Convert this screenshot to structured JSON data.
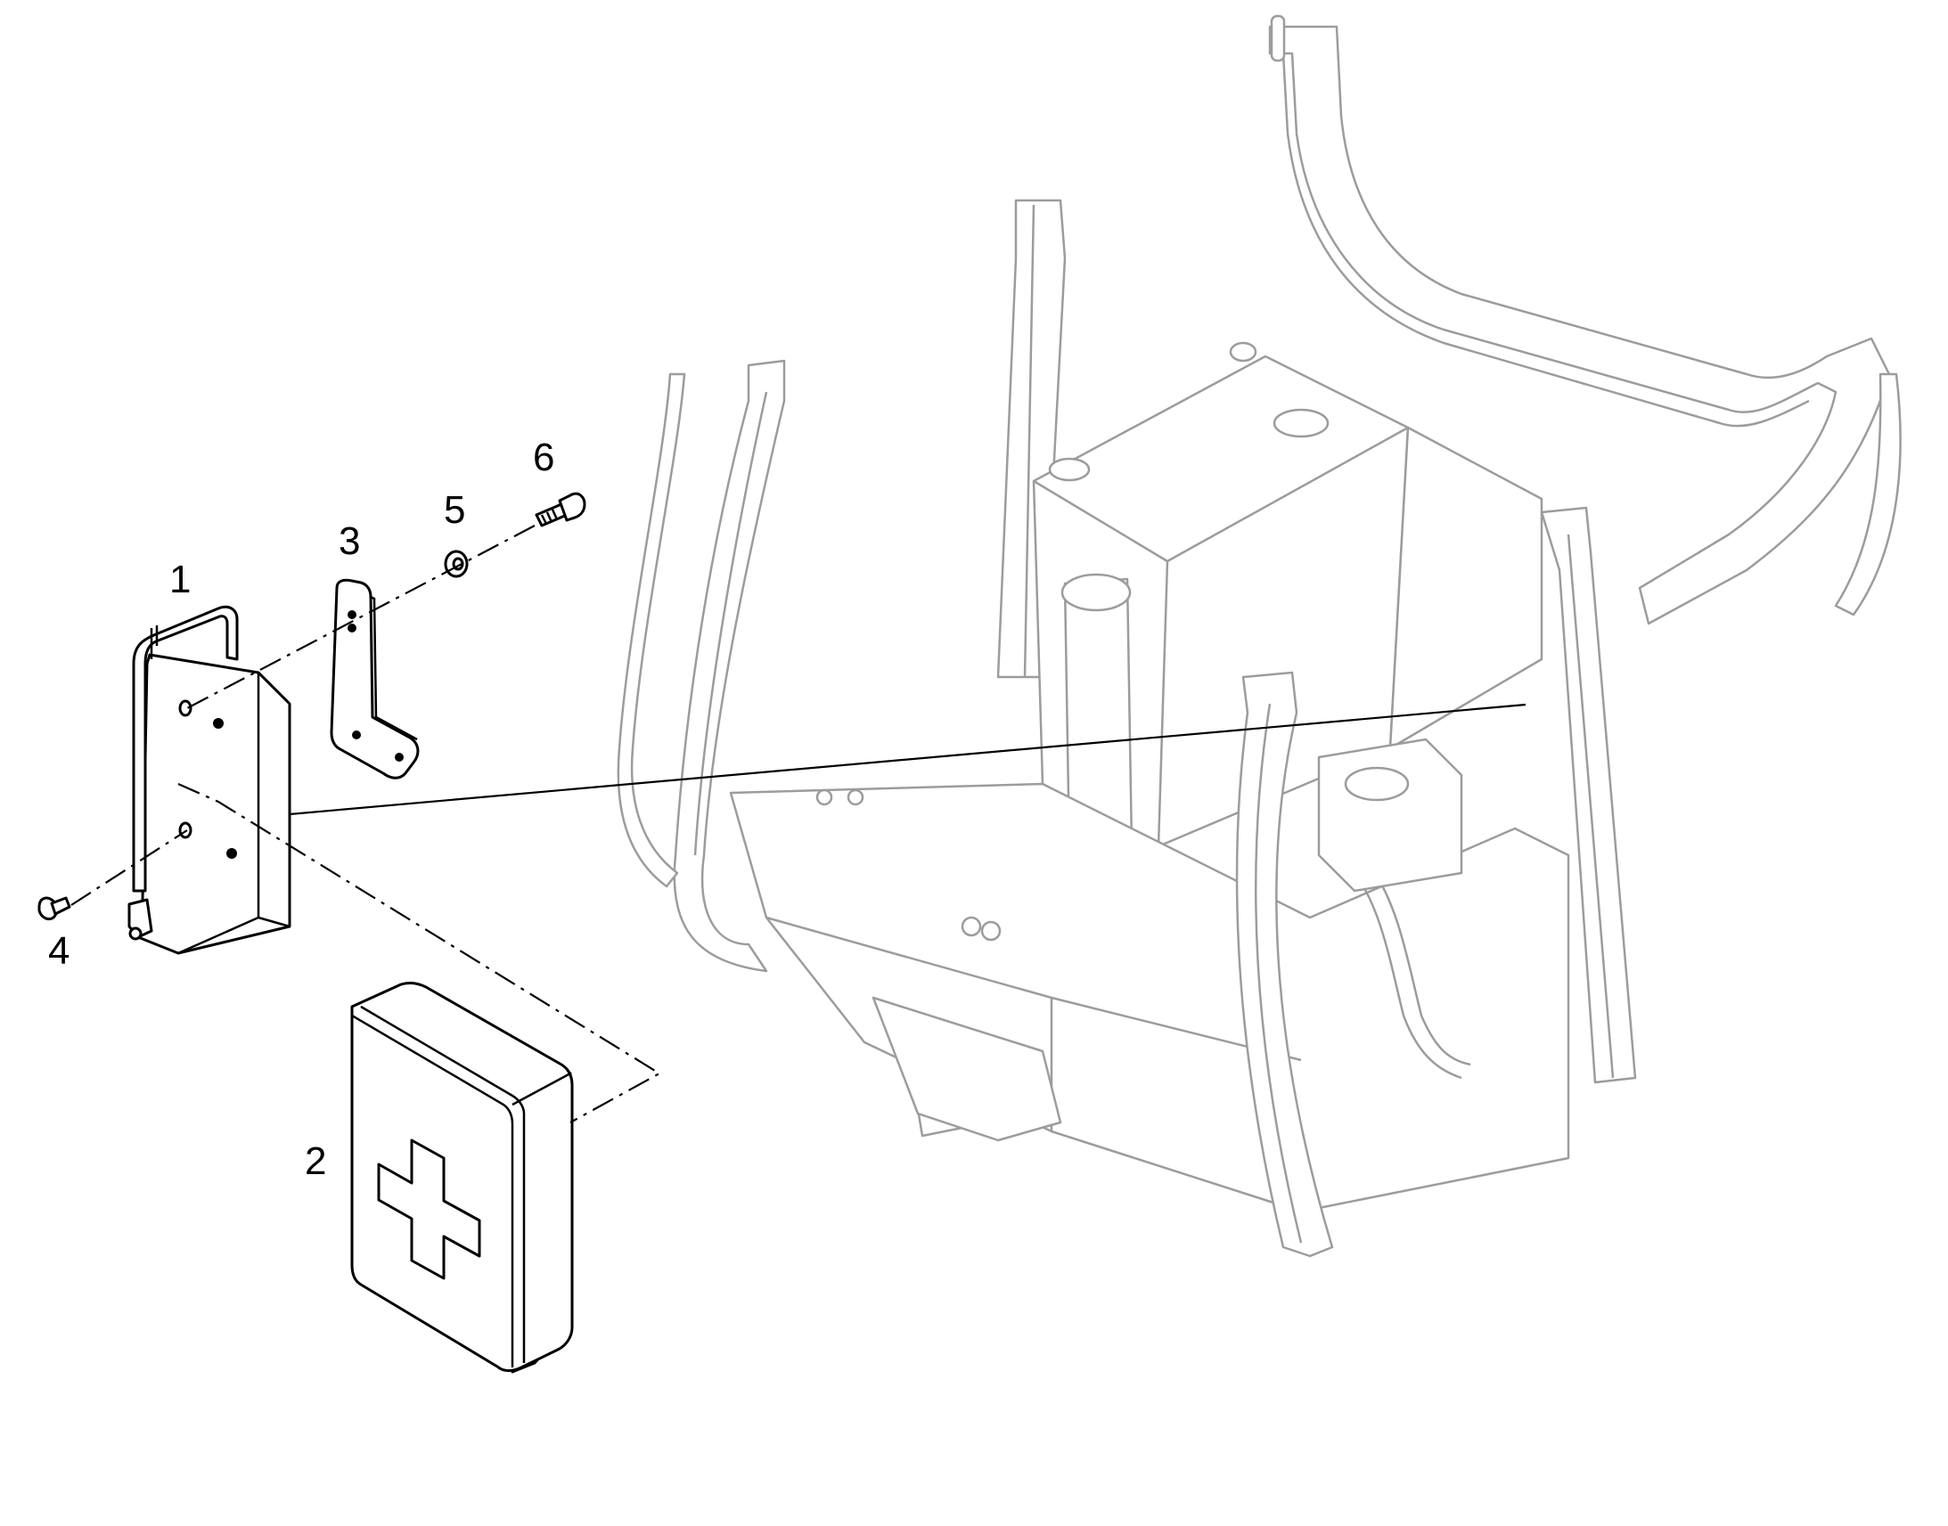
{
  "diagram": {
    "callouts": [
      {
        "id": "1",
        "label": "1"
      },
      {
        "id": "2",
        "label": "2"
      },
      {
        "id": "3",
        "label": "3"
      },
      {
        "id": "4",
        "label": "4"
      },
      {
        "id": "5",
        "label": "5"
      },
      {
        "id": "6",
        "label": "6"
      }
    ],
    "colors": {
      "ink": "#000000",
      "frame_ink": "#9c9c9c",
      "background": "#ffffff"
    }
  }
}
